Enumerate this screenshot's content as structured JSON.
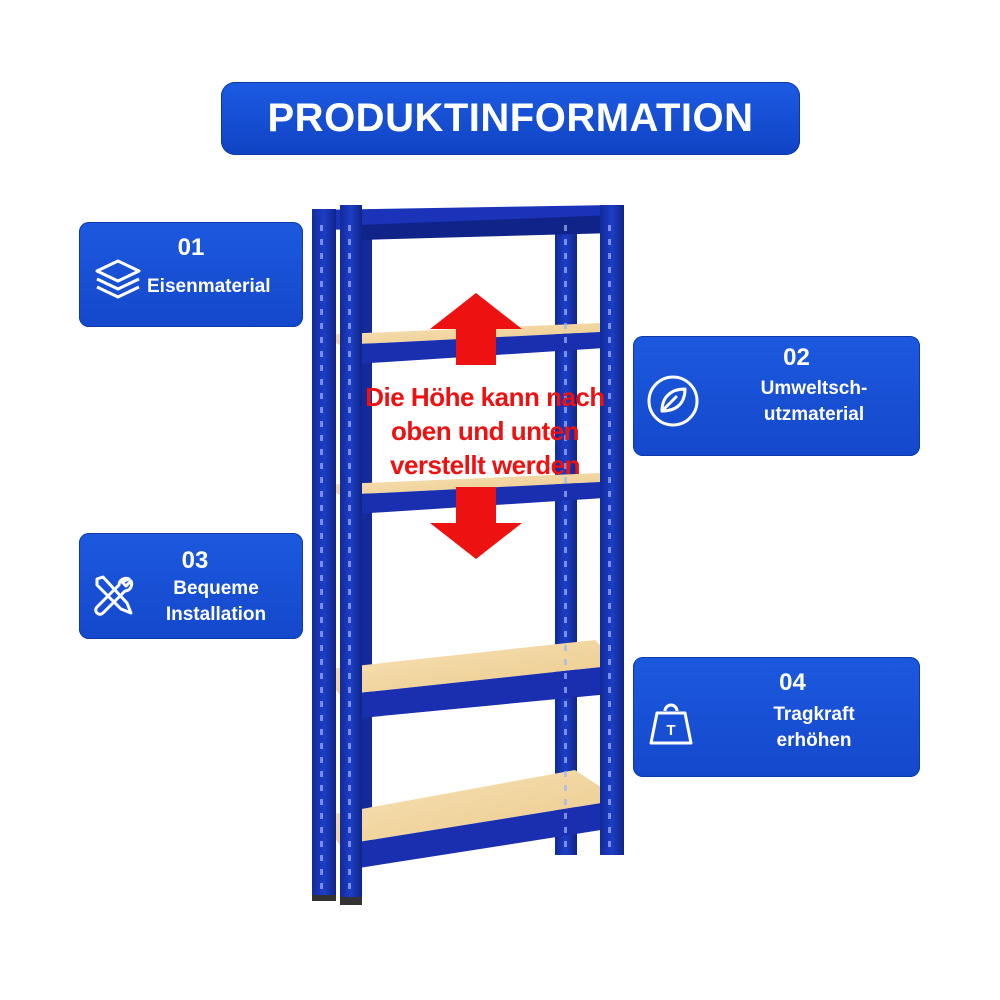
{
  "header": {
    "title": "PRODUKTINFORMATION"
  },
  "features": [
    {
      "number": "01",
      "label": "Eisenmaterial",
      "icon": "layers-icon"
    },
    {
      "number": "02",
      "label": "Umweltsch-\nutzmaterial",
      "icon": "leaf-icon"
    },
    {
      "number": "03",
      "label": "Bequeme\nInstallation",
      "icon": "tools-icon"
    },
    {
      "number": "04",
      "label": "Tragkraft\nerhöhen",
      "icon": "weight-icon"
    }
  ],
  "product": {
    "height_note": "Die Höhe kann nach oben und unten verstellt werden",
    "frame_color": "#1a2fb0",
    "board_color": "#f4dcaa",
    "arrow_color": "#ee1111"
  },
  "colors": {
    "accent": "#1a50d8",
    "text": "#ffffff"
  }
}
